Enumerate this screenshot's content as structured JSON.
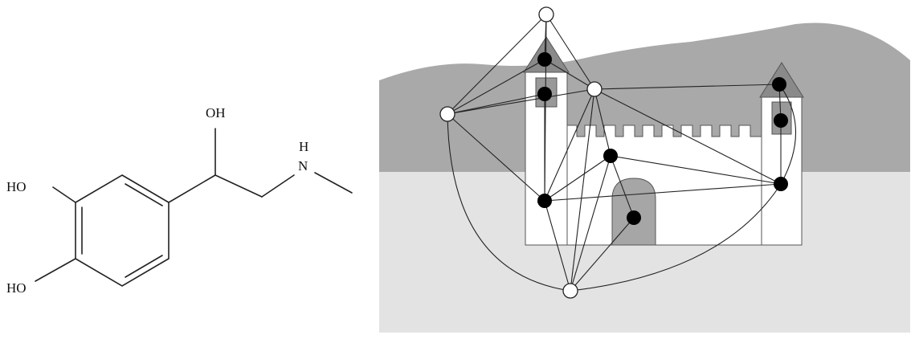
{
  "molecule": {
    "labels": {
      "oh_top": "OH",
      "h_amine": "H",
      "n_amine": "N",
      "ho_upper": "HO",
      "ho_lower": "HO"
    }
  },
  "scene": {
    "colors": {
      "sky": "#ffffff",
      "hills": "#a9a9a9",
      "ground": "#e3e3e3",
      "castle_wall": "#ffffff",
      "roof": "#8a8a8a",
      "window": "#999999",
      "door": "#a6a6a6",
      "node_filled": "#000000",
      "node_open": "#ffffff"
    }
  }
}
